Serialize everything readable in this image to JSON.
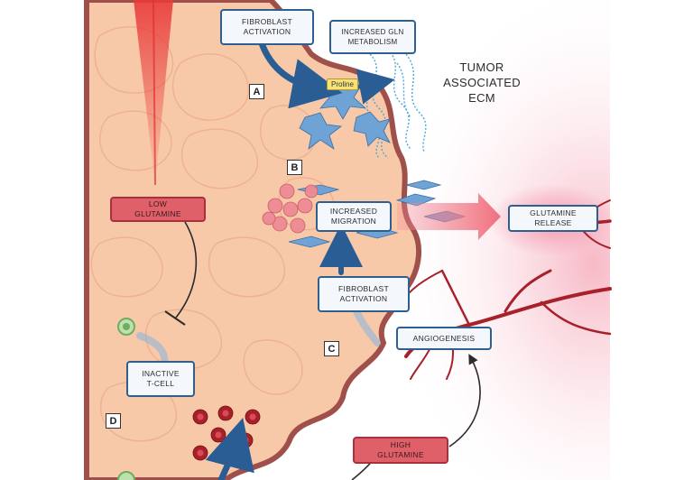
{
  "labels": {
    "fibroblast_activation_top": "FIBROBLAST\nACTIVATION",
    "increased_gln": "INCREASED GLN\nMETABOLISM",
    "tumor_ecm": "TUMOR\nASSOCIATED\nECM",
    "proline": "Proline",
    "low_glutamine": "LOW\nGLUTAMINE",
    "increased_migration": "INCREASED\nMIGRATION",
    "glutamine_release": "GLUTAMINE\nRELEASE",
    "fibroblast_activation_mid": "FIBROBLAST\nACTIVATION",
    "angiogenesis": "ANGIOGENESIS",
    "inactive_tcell": "INACTIVE\nT-CELL",
    "high_glutamine": "HIGH\nGLUTAMINE"
  },
  "panel_tags": {
    "a": "A",
    "b": "B",
    "c": "C",
    "d": "D"
  },
  "colors": {
    "tumor_fill": "#f8c9a8",
    "tumor_border": "#a0504a",
    "vessel": "#a8202a",
    "arrow_blue": "#2a5d94",
    "fibroblast": "#6fa3d6",
    "red_box": "#e0606a"
  }
}
